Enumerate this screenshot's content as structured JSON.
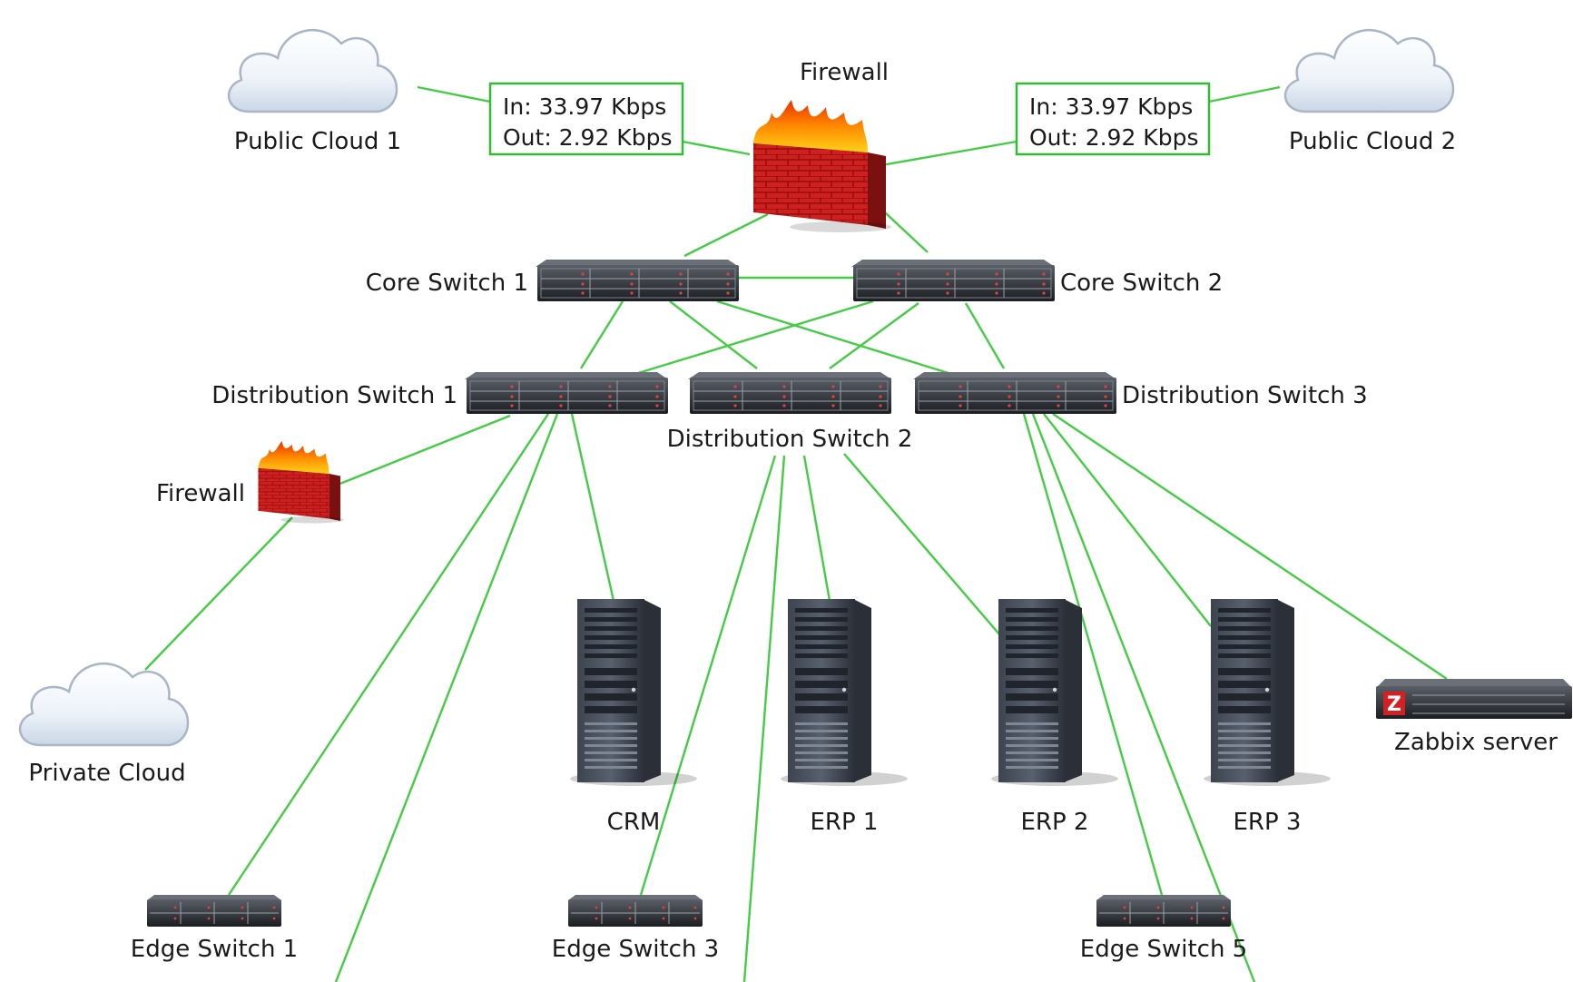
{
  "map": {
    "link_color": "#44cc44",
    "nodes": {
      "public_cloud_1": "Public Cloud 1",
      "public_cloud_2": "Public Cloud 2",
      "private_cloud": "Private Cloud",
      "firewall_top": "Firewall",
      "firewall_left": "Firewall",
      "core_switch_1": "Core Switch 1",
      "core_switch_2": "Core Switch 2",
      "dist_switch_1": "Distribution Switch 1",
      "dist_switch_2": "Distribution Switch 2",
      "dist_switch_3": "Distribution Switch 3",
      "crm": "CRM",
      "erp_1": "ERP 1",
      "erp_2": "ERP 2",
      "erp_3": "ERP 3",
      "zabbix": "Zabbix server",
      "edge_switch_1": "Edge Switch 1",
      "edge_switch_3": "Edge Switch 3",
      "edge_switch_5": "Edge Switch 5"
    },
    "link_stats": {
      "cloud1_firewall": {
        "in": "In: 33.97 Kbps",
        "out": "Out: 2.92 Kbps"
      },
      "firewall_cloud2": {
        "in": "In: 33.97 Kbps",
        "out": "Out: 2.92 Kbps"
      }
    },
    "zabbix_logo_letter": "Z"
  }
}
